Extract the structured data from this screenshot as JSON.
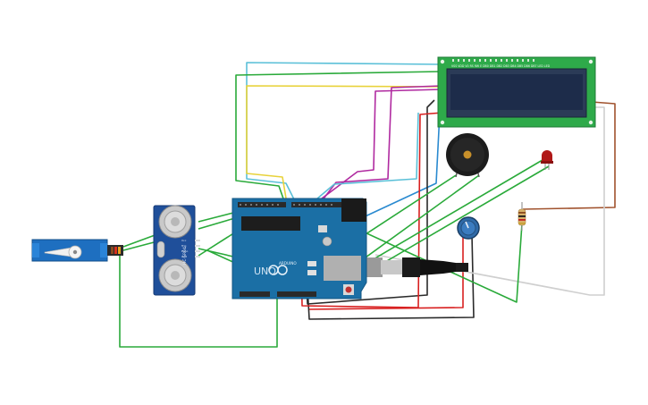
{
  "components": {
    "lcd": {
      "pin_labels": "VSS VDD V0 RS RW E DB0 DB1 DB2 DB3 DB4 DB5 DB6 DB7 LED LED"
    },
    "arduino": {
      "brand_text": "UNO",
      "sub_text": "ARDUINO",
      "icon": "infinity-logo-icon"
    },
    "ultrasonic": {
      "model_text": "HC-SR04",
      "pins_text": [
        "Vcc",
        "Trig",
        "Echo",
        "Gnd"
      ]
    },
    "servo": {
      "icon": "servo-icon"
    },
    "buzzer": {
      "icon": "buzzer-icon"
    },
    "potentiometer": {
      "icon": "knob-icon"
    },
    "led": {
      "icon": "red-led-icon"
    },
    "resistor": {
      "icon": "resistor-icon"
    }
  },
  "colors": {
    "board_blue": "#1b6fa5",
    "lcd_green": "#2eaa4a",
    "lcd_screen": "#1d2c4a",
    "wire_green": "#2aaa3a",
    "wire_red": "#d82020",
    "wire_black": "#2a2a2a",
    "wire_cyan": "#5bc0d8",
    "wire_yellow": "#e8d23a",
    "wire_magenta": "#b02aa0",
    "wire_brown": "#a0522d",
    "wire_blue": "#2a8ad0"
  }
}
